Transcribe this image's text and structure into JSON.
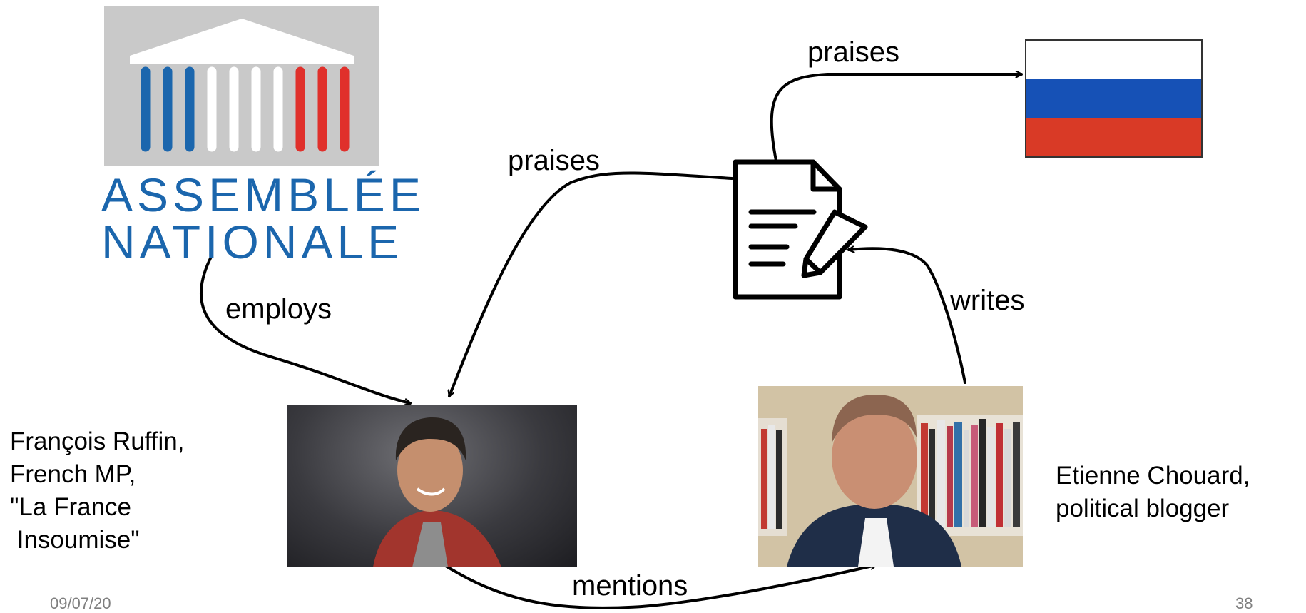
{
  "logo": {
    "line1": "ASSEMBLÉE",
    "line2": "NATIONALE"
  },
  "edges": {
    "employs": "employs",
    "praises_doc": "praises",
    "praises_flag": "praises",
    "writes": "writes",
    "mentions": "mentions"
  },
  "people": {
    "ruffin_caption": "François Ruffin,\nFrench MP,\n\"La France\n Insoumise\"",
    "chouard_caption": "Etienne Chouard,\npolitical blogger"
  },
  "footer": {
    "date": "09/07/20",
    "page": "38"
  },
  "colors": {
    "logo_blue": "#1b66ad",
    "logo_red": "#e0302b",
    "flag_white": "#ffffff",
    "flag_blue": "#1651b6",
    "flag_red": "#d93a26"
  },
  "icons": {
    "document": "document-with-pen-icon"
  }
}
